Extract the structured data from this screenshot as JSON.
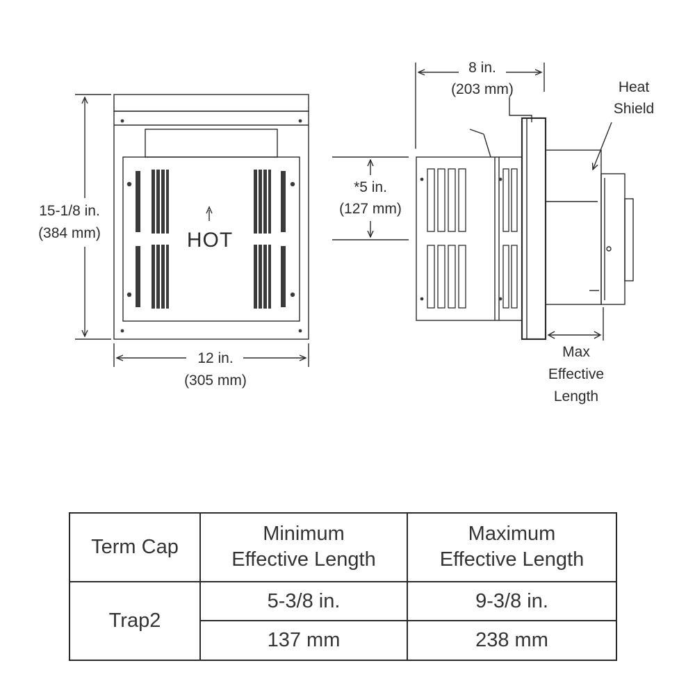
{
  "front_view": {
    "height_in": "15-1/8 in.",
    "height_mm": "(384 mm)",
    "width_in": "12 in.",
    "width_mm": "(305 mm)",
    "hot_label": "HOT"
  },
  "side_view": {
    "depth_in": "8 in.",
    "depth_mm": "(203 mm)",
    "offset_in": "*5 in.",
    "offset_mm": "(127 mm)",
    "heat_shield_line1": "Heat",
    "heat_shield_line2": "Shield",
    "max_len_line1": "Max",
    "max_len_line2": "Effective",
    "max_len_line3": "Length"
  },
  "table": {
    "headers": {
      "term_cap": "Term Cap",
      "minimum": "Minimum\nEffective Length",
      "maximum": "Maximum\nEffective Length"
    },
    "rows": [
      {
        "term_cap": "Trap2",
        "min": "5-3/8 in.",
        "max": "9-3/8 in."
      },
      {
        "min": "137 mm",
        "max": "238 mm"
      }
    ]
  }
}
